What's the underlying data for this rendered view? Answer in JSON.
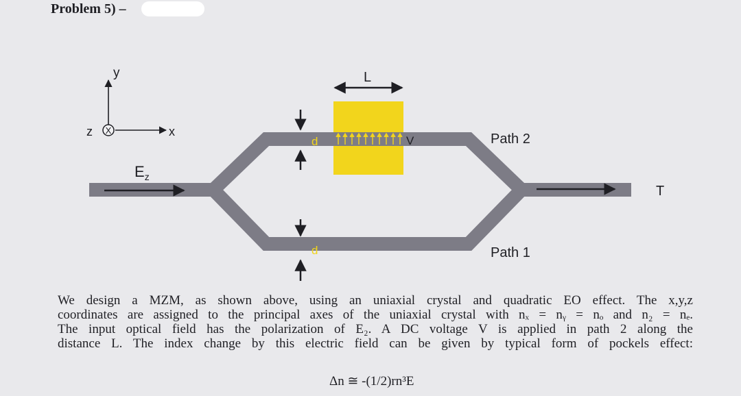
{
  "header": {
    "title": "Problem 5) –"
  },
  "diagram": {
    "axis_y": "y",
    "axis_x": "x",
    "axis_z": "z",
    "axis_z_symbol": "X",
    "field_label": "E",
    "field_sub": "z",
    "length_label": "L",
    "voltage_label": "V",
    "gap_label_top": "d",
    "gap_label_bottom": "d",
    "path2_label": "Path 2",
    "path1_label": "Path 1",
    "output_label": "T",
    "waveguide_color": "#7d7c86",
    "electrode_color": "#f2d51c"
  },
  "body": {
    "lines": [
      "We design a MZM, as shown above, using an uniaxial crystal and quadratic EO effect. The x,y,z",
      "coordinates are assigned to the principal axes of the uniaxial crystal with nₓ = nᵧ = nₒ and n₂ = nₑ.",
      "The input optical field has the polarization of E₂. A DC voltage V is applied in path 2 along the",
      "distance L. The index change by this electric field can be given by typical form of pockels effect:"
    ],
    "equation": "Δn ≅ -(1/2)rn³E"
  }
}
